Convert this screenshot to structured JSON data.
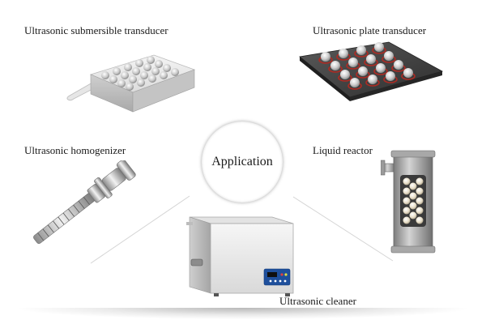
{
  "center": {
    "label": "Application"
  },
  "items": [
    {
      "label": "Ultrasonic submersible transducer",
      "icon": "submersible-transducer-icon"
    },
    {
      "label": "Ultrasonic plate transducer",
      "icon": "plate-transducer-icon"
    },
    {
      "label": "Ultrasonic homogenizer",
      "icon": "homogenizer-icon"
    },
    {
      "label": "Liquid reactor",
      "icon": "liquid-reactor-icon"
    },
    {
      "label": "Ultrasonic cleaner",
      "icon": "ultrasonic-cleaner-icon"
    }
  ]
}
